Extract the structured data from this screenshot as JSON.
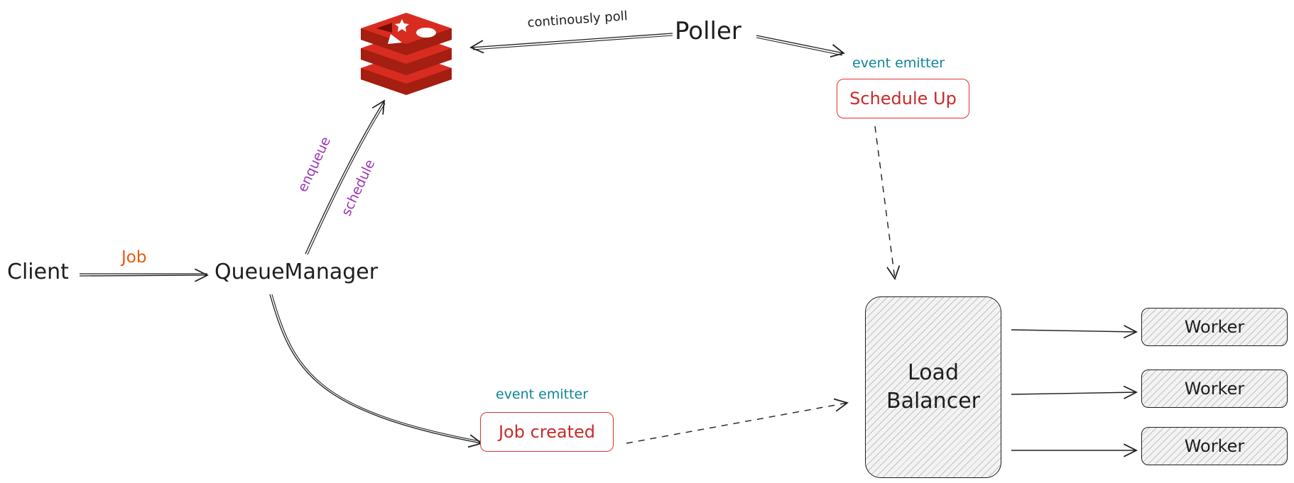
{
  "nodes": {
    "client": "Client",
    "queue_manager": "QueueManager",
    "poller": "Poller",
    "load_balancer_line1": "Load",
    "load_balancer_line2": "Balancer",
    "workers": [
      "Worker",
      "Worker",
      "Worker"
    ],
    "schedule_up": "Schedule Up",
    "job_created": "Job created"
  },
  "labels": {
    "job": "Job",
    "enqueue": "enqueue",
    "schedule": "schedule",
    "continously_poll": "continously poll",
    "event_emitter_top": "event emitter",
    "event_emitter_bottom": "event emitter"
  },
  "icons": {
    "database": "redis-icon"
  },
  "colors": {
    "stroke": "#1e1e1e",
    "edge_label_purple": "#9c36b5",
    "event_label_teal": "#0c8599",
    "job_label_orange": "#e8590c",
    "event_box_red": "#e03131",
    "redis_red": "#d82c20"
  }
}
